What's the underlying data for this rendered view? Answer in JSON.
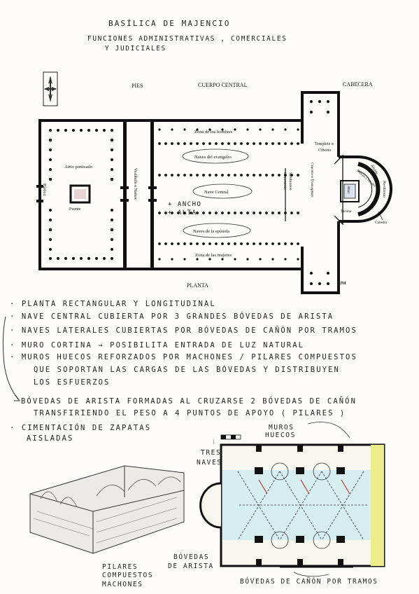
{
  "header": {
    "title": "BASÍLICA DE MAJENCIO",
    "subtitle_line1": "FUNCIONES ADMINISTRATIVAS , COMERCIALES",
    "subtitle_line2": "Y JUDICIALES"
  },
  "plan": {
    "section_pies": "PIES",
    "section_cuerpo": "CUERPO CENTRAL",
    "section_cabecera": "CABECERA",
    "zona_hombres": "Zona de los hombres",
    "naves_evangelio": "Naves del evangelio",
    "nave_central": "Nave Central",
    "naves_epistola": "Naves de la epístola",
    "zona_mujeres": "Zona de las mujeres",
    "atrio": "Atrio porticado",
    "fuente": "Fuente",
    "portico": "Pórtico",
    "vestibulo": "Vestíbulo o Nartex",
    "iconostasis": "Iconostasis",
    "synthronon": "Synthronon",
    "crucero": "Crucero o Transeptum",
    "templete": "Templete o",
    "ciborio": "Ciborio",
    "altar": "Altar",
    "tarima": "Tarima",
    "abside": "Ábside",
    "bancos": "Bancos o Sitiales",
    "presbiterio": "Presbiterio",
    "catedra": "Cátedra",
    "planta": "PLANTA",
    "ancho": "+ ANCHO",
    "alta": "+ ALTA",
    "orientation_letters": [
      "N",
      "S",
      "E",
      "O"
    ]
  },
  "notes": {
    "n1": "· PLANTA RECTANGULAR Y LONGITUDINAL",
    "n2": "· NAVE CENTRAL CUBIERTA POR 3 GRANDES BÓVEDAS DE ARISTA",
    "n3": "· NAVES LATERALES CUBIERTAS POR BÓVEDAS DE CAÑÓN POR TRAMOS",
    "n4": "· MURO CORTINA → POSIBILITA ENTRADA DE LUZ NATURAL",
    "n5a": "· MUROS  HUECOS REFORZADOS POR MACHONES / PILARES COMPUESTOS",
    "n5b": "QUE SOPORTAN LAS CARGAS DE LAS BÓVEDAS Y DISTRIBUYEN",
    "n5c": "LOS ESFUERZOS",
    "n6a": "BÓVEDAS DE ARISTA FORMADAS AL CRUZARSE 2 BÓVEDAS DE CAÑÓN",
    "n6b": "TRANSFIRIENDO EL PESO A 4 PUNTOS DE APOYO ( PILARES )",
    "n7a": "· CIMENTACIÓN  DE ZAPATAS",
    "n7b": "AISLADAS"
  },
  "bottom": {
    "tres_naves": "TRES",
    "tres_naves2": "NAVES",
    "muros_huecos": "MUROS",
    "muros_huecos2": "HUECOS",
    "pilares1": "PILARES",
    "pilares2": "COMPUESTOS",
    "pilares3": "MACHONES",
    "bovedas_arista1": "BÓVEDAS",
    "bovedas_arista2": "DE ARISTA",
    "bovedas_canon": "BÓVEDAS DE CAÑÓN POR TRAMOS"
  },
  "colors": {
    "ink": "#1d1d1d",
    "red_arrow": "#c0392b",
    "yellow_highlight": "#ecec8a",
    "blue_highlight": "#bfe3ea"
  }
}
